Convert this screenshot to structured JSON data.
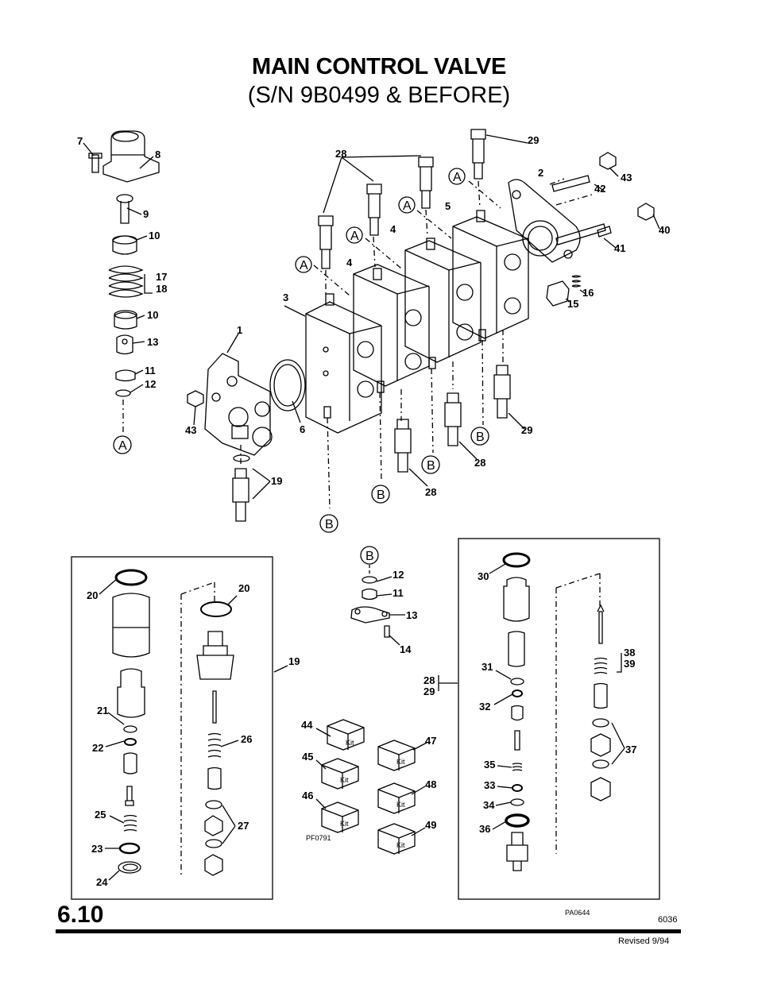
{
  "title": {
    "line1": "MAIN CONTROL VALVE",
    "line2": "(S/N 9B0499 & BEFORE)"
  },
  "footer": {
    "page_number": "6.10",
    "figure_code": "PA0644",
    "doc_number": "6036",
    "revised": "Revised  9/94"
  },
  "callouts_main": [
    "7",
    "8",
    "9",
    "10",
    "17",
    "18",
    "10",
    "13",
    "11",
    "12",
    "28",
    "29",
    "2",
    "43",
    "42",
    "40",
    "41",
    "5",
    "4",
    "4",
    "3",
    "16",
    "15",
    "1",
    "43",
    "6",
    "19",
    "29",
    "28",
    "28",
    "28"
  ],
  "ref_markers": {
    "A": "A",
    "B": "B"
  },
  "panel_19": {
    "callouts": [
      "20",
      "20",
      "19",
      "21",
      "22",
      "26",
      "25",
      "27",
      "23",
      "24"
    ]
  },
  "panel_mid": {
    "callouts": [
      "12",
      "11",
      "13",
      "14"
    ],
    "kits": [
      "44",
      "45",
      "46",
      "47",
      "48",
      "49"
    ],
    "kit_code": "PF0791",
    "kit_label": "Kit"
  },
  "panel_28": {
    "callouts": [
      "30",
      "38",
      "39",
      "28",
      "29",
      "31",
      "32",
      "37",
      "35",
      "33",
      "34",
      "36"
    ]
  }
}
